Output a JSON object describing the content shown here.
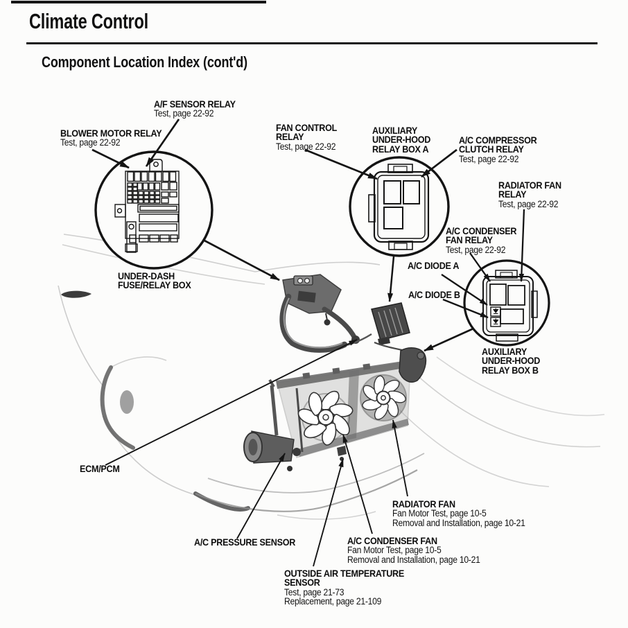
{
  "page": {
    "title": "Climate Control",
    "subtitle": "Component Location Index (cont'd)"
  },
  "colors": {
    "ink": "#141414",
    "paper": "#fcfcfb",
    "faint_body_line": "#c4c4c4",
    "part_gray": "#565656"
  },
  "labels": {
    "af_sensor_relay": {
      "name1": "A/F SENSOR RELAY",
      "ref1": "Test, page 22-92"
    },
    "blower_motor_relay": {
      "name1": "BLOWER MOTOR RELAY",
      "ref1": "Test, page 22-92"
    },
    "fan_control_relay": {
      "name1": "FAN CONTROL",
      "name2": "RELAY",
      "ref1": "Test, page 22-92"
    },
    "aux_underhood_relay_box_a": {
      "name1": "AUXILIARY",
      "name2": "UNDER-HOOD",
      "name3": "RELAY BOX A"
    },
    "ac_compressor_clutch_relay": {
      "name1": "A/C COMPRESSOR",
      "name2": "CLUTCH RELAY",
      "ref1": "Test, page 22-92"
    },
    "radiator_fan_relay": {
      "name1": "RADIATOR FAN",
      "name2": "RELAY",
      "ref1": "Test, page 22-92"
    },
    "ac_condenser_fan_relay": {
      "name1": "A/C CONDENSER",
      "name2": "FAN RELAY",
      "ref1": "Test, page 22-92"
    },
    "ac_diode_a": {
      "name1": "A/C DIODE A"
    },
    "ac_diode_b": {
      "name1": "A/C DIODE B"
    },
    "aux_underhood_relay_box_b": {
      "name1": "AUXILIARY",
      "name2": "UNDER-HOOD",
      "name3": "RELAY BOX B"
    },
    "under_dash_fuse_relay_box": {
      "name1": "UNDER-DASH",
      "name2": "FUSE/RELAY BOX"
    },
    "ecm_pcm": {
      "name1": "ECM/PCM"
    },
    "ac_pressure_sensor": {
      "name1": "A/C PRESSURE SENSOR"
    },
    "radiator_fan": {
      "name1": "RADIATOR FAN",
      "ref1": "Fan Motor Test, page 10-5",
      "ref2": "Removal and Installation, page 10-21"
    },
    "ac_condenser_fan": {
      "name1": "A/C CONDENSER FAN",
      "ref1": "Fan Motor Test, page 10-5",
      "ref2": "Removal and Installation, page 10-21"
    },
    "outside_air_temperature_sensor": {
      "name1": "OUTSIDE AIR TEMPERATURE",
      "name2": "SENSOR",
      "ref1": "Test, page 21-73",
      "ref2": "Replacement, page 21-109"
    }
  }
}
